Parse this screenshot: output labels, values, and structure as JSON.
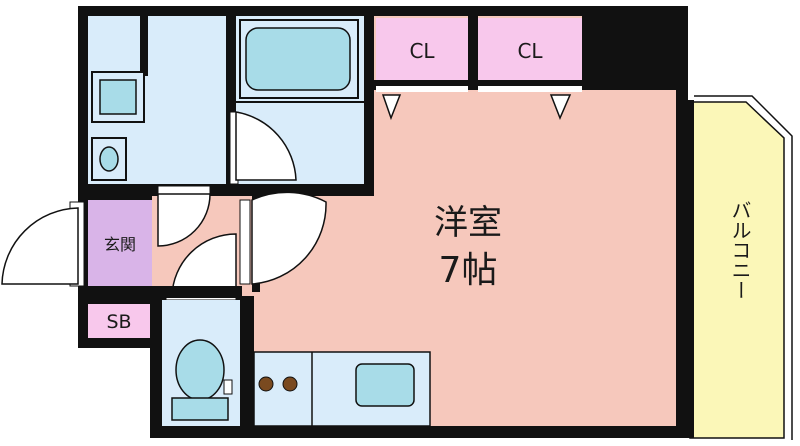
{
  "labels": {
    "closet_1": "CL",
    "closet_2": "CL",
    "room_name": "洋室",
    "room_size": "7帖",
    "entrance": "玄関",
    "shoe_box": "SB",
    "balcony": "バルコニー"
  },
  "colors": {
    "wall": "#111111",
    "western_room": "#f6c8bc",
    "wet_area": "#d9ecfa",
    "fixture": "#a8dce8",
    "closet": "#f8c8ec",
    "entrance": "#d9b4e8",
    "balcony": "#fbf7b8",
    "hallway_floor": "#f6c8bc"
  }
}
